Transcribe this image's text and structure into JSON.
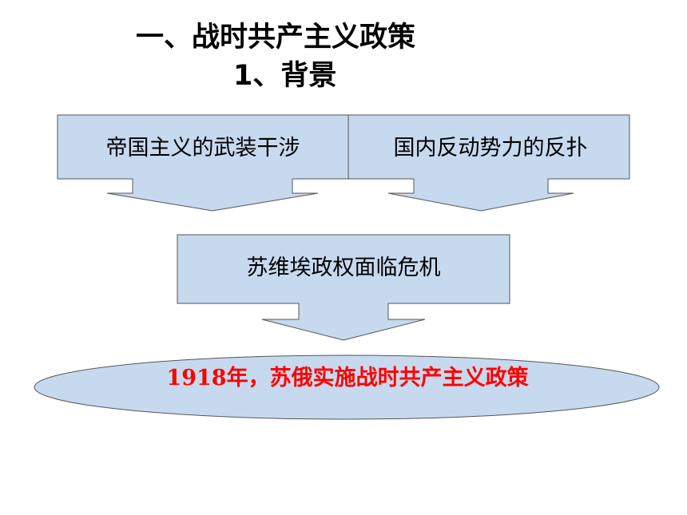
{
  "title": "一、战时共产主义政策",
  "subtitle": "1、背景",
  "diagram": {
    "cause_left": "帝国主义的武装干涉",
    "cause_right": "国内反动势力的反扑",
    "crisis": "苏维埃政权面临危机",
    "result": "1918年，苏俄实施战时共产主义政策"
  },
  "colors": {
    "box_fill": "#c7d9ee",
    "box_stroke": "#555555",
    "ellipse_fill": "#c7d9ee",
    "result_text": "#ff0000"
  }
}
